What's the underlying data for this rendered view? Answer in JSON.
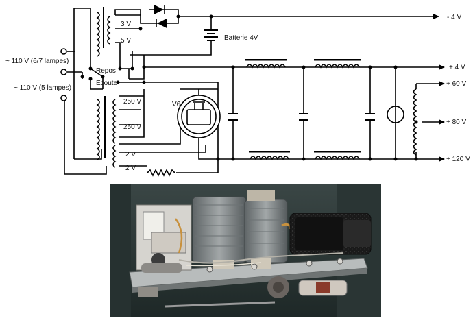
{
  "labels": {
    "ac_input_67": "~ 110 V (6/7 lampes)",
    "ac_input_5": "~ 110 V (5 lampes)",
    "tap_3v": "3 V",
    "tap_5v": "5 V",
    "battery": "Batterie 4V",
    "switch_repos": "Repos",
    "switch_ecoute": "Ecoute",
    "winding_250v_a": "250 V",
    "winding_250v_b": "250 V",
    "tube": "V6",
    "winding_2v_a": "2 V",
    "winding_2v_b": "2 V"
  },
  "outputs": [
    "- 4 V",
    "+ 4 V",
    "+ 60 V",
    "+ 80 V",
    "+ 120 V"
  ],
  "colors": {
    "line": "#000000",
    "photo_bg": "#2f3b3a",
    "transformer": "#7c8284",
    "choke_black": "#1a1a1a"
  }
}
